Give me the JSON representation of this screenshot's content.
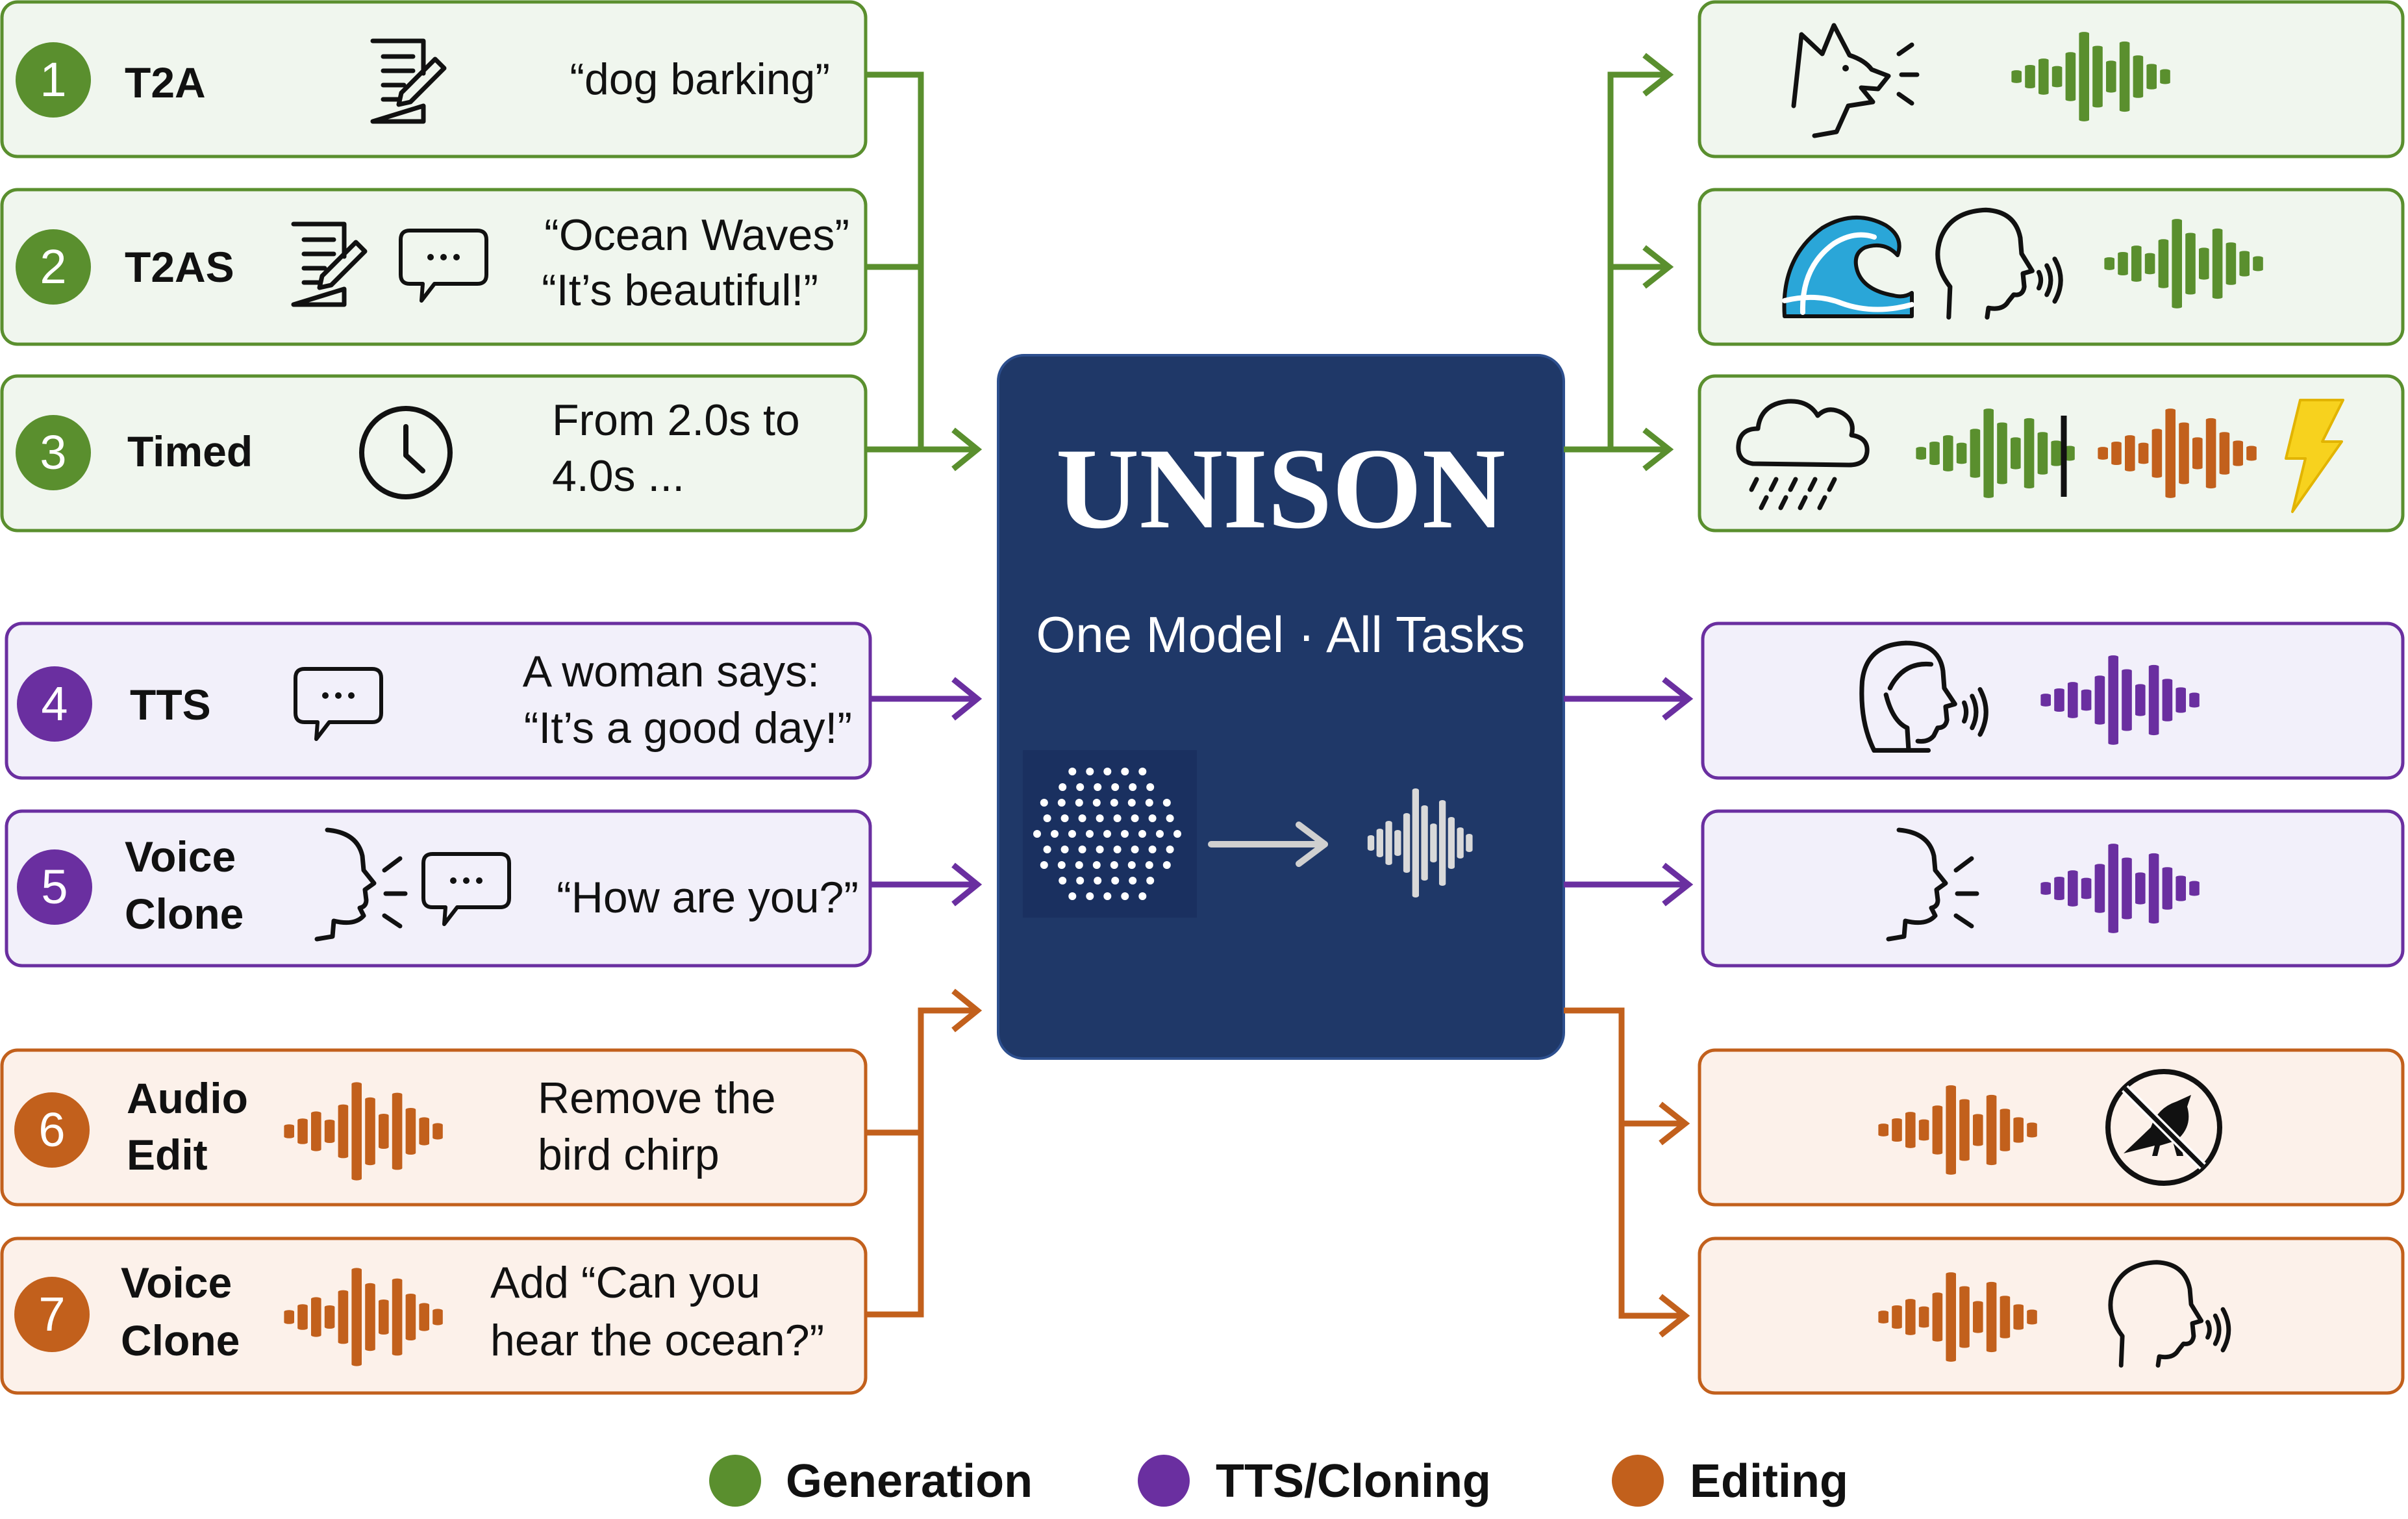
{
  "colors": {
    "generation": "#5a8f2e",
    "tts_cloning": "#6a2fa0",
    "editing": "#c2601c",
    "core_fill": "#1f3868",
    "generation_bg": "#f0f6ee",
    "tts_bg": "#f2f0fa",
    "editing_bg": "#fcf1ea"
  },
  "core": {
    "title": "UNISON",
    "subtitle": "One Model · All Tasks"
  },
  "tasks": [
    {
      "number": "1",
      "title": [
        "T2A"
      ],
      "prompt": [
        "“dog barking”"
      ],
      "category": "generation",
      "icons": [
        "document-edit-icon"
      ]
    },
    {
      "number": "2",
      "title": [
        "T2AS"
      ],
      "prompt": [
        "“Ocean Waves”",
        "“It’s beautiful!”"
      ],
      "category": "generation",
      "icons": [
        "document-edit-icon",
        "speech-bubble-icon"
      ]
    },
    {
      "number": "3",
      "title": [
        "Timed"
      ],
      "prompt": [
        "From 2.0s to",
        "4.0s ..."
      ],
      "category": "generation",
      "icons": [
        "clock-icon"
      ]
    },
    {
      "number": "4",
      "title": [
        "TTS"
      ],
      "prompt": [
        "A woman says:",
        "“It’s a good day!”"
      ],
      "category": "tts_cloning",
      "icons": [
        "speech-bubble-icon"
      ]
    },
    {
      "number": "5",
      "title": [
        "Voice",
        "Clone"
      ],
      "prompt": [
        "“How are you?”"
      ],
      "category": "tts_cloning",
      "icons": [
        "speaking-face-icon",
        "speech-bubble-icon"
      ]
    },
    {
      "number": "6",
      "title": [
        "Audio",
        "Edit"
      ],
      "prompt": [
        "Remove the",
        "bird chirp"
      ],
      "category": "editing",
      "icons": [
        "waveform-icon"
      ]
    },
    {
      "number": "7",
      "title": [
        "Voice",
        "Clone"
      ],
      "prompt": [
        "Add “Can you",
        "hear the ocean?”"
      ],
      "category": "editing",
      "icons": [
        "waveform-icon"
      ]
    }
  ],
  "outputs": [
    {
      "category": "generation",
      "icons": [
        "barking-dog-icon",
        "waveform-icon"
      ]
    },
    {
      "category": "generation",
      "icons": [
        "ocean-wave-icon",
        "speaking-head-icon",
        "waveform-icon"
      ]
    },
    {
      "category": "generation",
      "icons": [
        "rain-cloud-icon",
        "waveform-icon",
        "waveform-icon",
        "lightning-icon"
      ]
    },
    {
      "category": "tts_cloning",
      "icons": [
        "woman-speaking-icon",
        "waveform-icon"
      ]
    },
    {
      "category": "tts_cloning",
      "icons": [
        "speaking-face-icon",
        "waveform-icon"
      ]
    },
    {
      "category": "editing",
      "icons": [
        "waveform-icon",
        "no-bird-icon"
      ]
    },
    {
      "category": "editing",
      "icons": [
        "waveform-icon",
        "speaking-head-icon"
      ]
    }
  ],
  "legend": [
    {
      "label": "Generation",
      "category": "generation"
    },
    {
      "label": "TTS/Cloning",
      "category": "tts_cloning"
    },
    {
      "label": "Editing",
      "category": "editing"
    }
  ]
}
